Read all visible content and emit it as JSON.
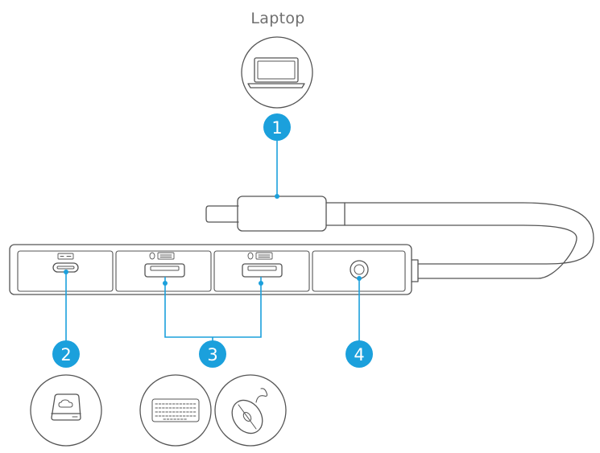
{
  "diagram": {
    "title": "Laptop",
    "callouts": [
      "1",
      "2",
      "3",
      "4"
    ],
    "colors": {
      "outline": "#555555",
      "badge": "#1ba0dc",
      "leader": "#1ba0dc",
      "text": "#6f6f6f"
    },
    "icons": {
      "host": "laptop-icon",
      "port_2_device": "external-drive-icon",
      "port_3_devices": [
        "keyboard-icon",
        "mouse-icon"
      ],
      "port_2_symbol": "usb-c-symbol-icon",
      "port_3_symbol": "mouse-keyboard-symbol-icon"
    }
  }
}
